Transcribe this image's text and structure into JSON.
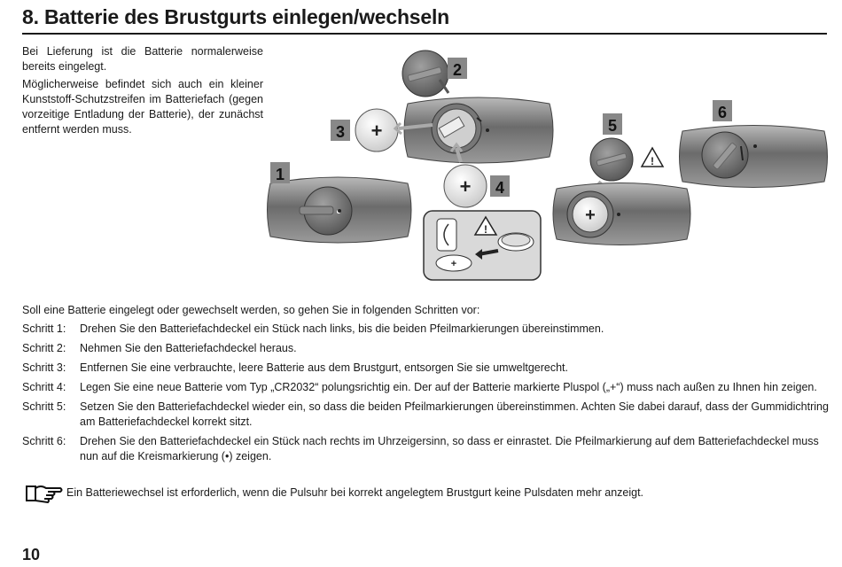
{
  "page": {
    "title": "8. Batterie des Brustgurts einlegen/wechseln",
    "number": "10"
  },
  "intro": {
    "p1": "Bei Lieferung ist die Batterie normalerweise bereits eingelegt.",
    "p2": "Möglicherweise befindet sich auch ein kleiner Kunststoff-Schutzstreifen im Batteriefach (gegen vorzeitige Entladung der Batterie), der zunächst entfernt werden muss."
  },
  "figure": {
    "markers": [
      "1",
      "2",
      "3",
      "4",
      "5",
      "6"
    ],
    "plus_symbol": "+"
  },
  "steps": {
    "intro": "Soll eine Batterie eingelegt oder gewechselt werden, so gehen Sie in folgenden Schritten vor:",
    "items": [
      {
        "label": "Schritt 1:",
        "text": "Drehen Sie den Batteriefachdeckel ein Stück nach links, bis die beiden Pfeilmarkierungen  übereinstimmen."
      },
      {
        "label": "Schritt 2:",
        "text": "Nehmen Sie den Batteriefachdeckel heraus."
      },
      {
        "label": "Schritt 3:",
        "text": "Entfernen Sie eine verbrauchte, leere Batterie aus dem Brustgurt, entsorgen Sie sie umweltgerecht."
      },
      {
        "label": "Schritt 4:",
        "text": "Legen Sie eine neue Batterie vom Typ „CR2032“ polungsrichtig ein. Der auf der Batterie markierte Pluspol („+“) muss nach außen zu Ihnen hin zeigen."
      },
      {
        "label": "Schritt 5:",
        "text": "Setzen Sie den Batteriefachdeckel wieder ein, so dass die beiden Pfeilmarkierungen übereinstimmen. Achten Sie dabei darauf, dass der Gummidichtring am Batteriefachdeckel korrekt sitzt."
      },
      {
        "label": "Schritt 6:",
        "text": "Drehen Sie den Batteriefachdeckel ein Stück nach rechts im Uhrzeigersinn, so dass er einrastet. Die Pfeilmarkierung auf dem Batteriefachdeckel muss nun auf die Kreismarkierung (•) zeigen."
      }
    ]
  },
  "note": {
    "icon": "pointing-hand-icon",
    "text": "Ein Batteriewechsel ist erforderlich, wenn die Pulsuhr bei korrekt angelegtem Brustgurt keine Pulsdaten mehr anzeigt."
  }
}
